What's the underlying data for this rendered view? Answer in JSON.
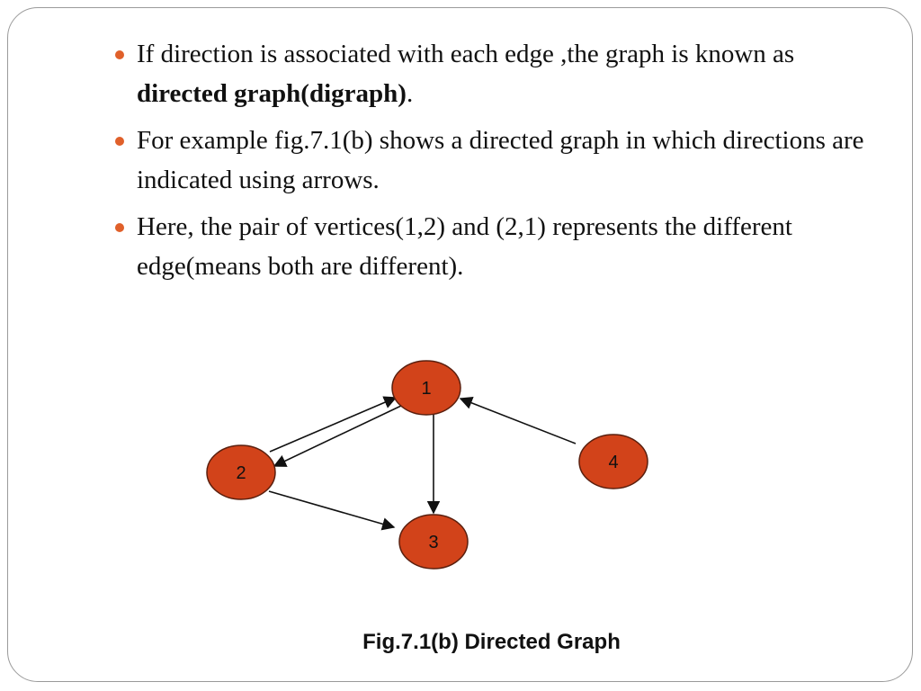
{
  "bullets": [
    {
      "text_before": "If direction is associated with each edge ,the graph is known as ",
      "bold": "directed graph(digraph)",
      "text_after": "."
    },
    {
      "text_before": "For example fig.7.1(b) shows a directed graph in which directions are indicated using arrows.",
      "bold": "",
      "text_after": ""
    },
    {
      "text_before": "Here, the pair of vertices(1,2) and (2,1) represents the different edge(means both are different).",
      "bold": "",
      "text_after": ""
    }
  ],
  "graph": {
    "nodes": [
      {
        "id": "1",
        "label": "1"
      },
      {
        "id": "2",
        "label": "2"
      },
      {
        "id": "3",
        "label": "3"
      },
      {
        "id": "4",
        "label": "4"
      }
    ],
    "edges": [
      {
        "from": "2",
        "to": "1"
      },
      {
        "from": "1",
        "to": "2"
      },
      {
        "from": "1",
        "to": "3"
      },
      {
        "from": "2",
        "to": "3"
      },
      {
        "from": "4",
        "to": "1"
      }
    ],
    "node_fill": "#d2431a",
    "node_stroke": "#5a1f0e",
    "edge_color": "#111111"
  },
  "caption": "Fig.7.1(b) Directed Graph",
  "colors": {
    "bullet": "#e0602a",
    "frame": "#9a9a9a",
    "text": "#111111"
  }
}
